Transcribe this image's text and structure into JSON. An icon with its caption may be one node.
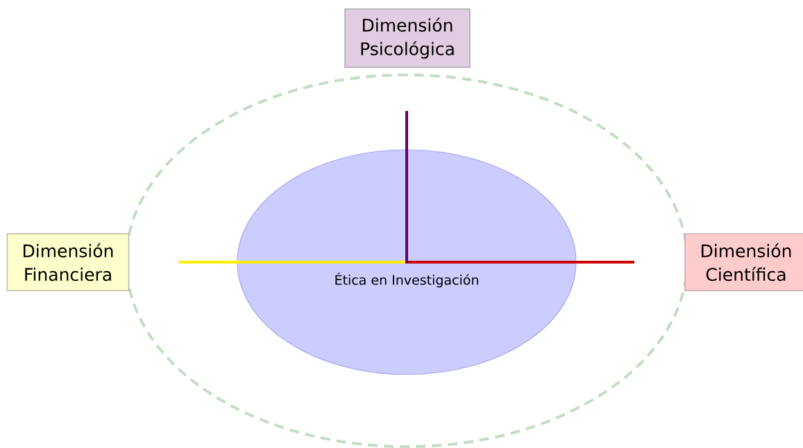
{
  "diagram": {
    "nodes": [
      {
        "text": [
          "Dimensión Psicológica"
        ]
      },
      {
        "text": [
          "Dimensión Financiera"
        ]
      },
      {
        "text": [
          "Ética en Investigación"
        ]
      },
      {
        "text": [
          "Dimensión Científica"
        ]
      }
    ]
  }
}
